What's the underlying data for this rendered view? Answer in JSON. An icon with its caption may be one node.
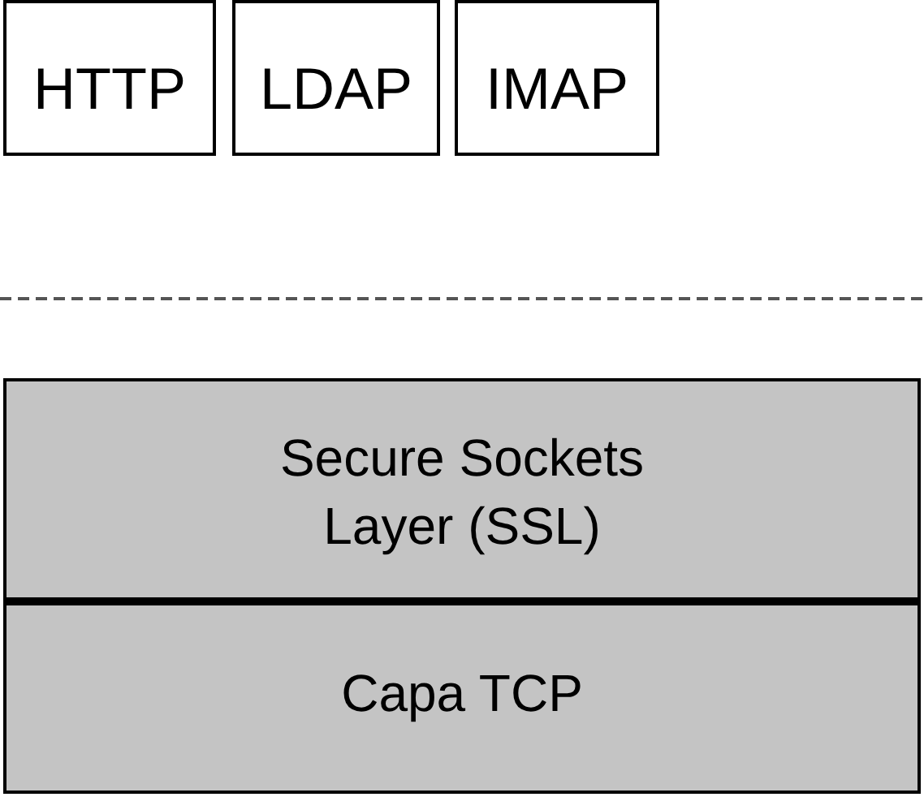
{
  "diagram": {
    "nodes": [
      {
        "text": [
          "HTTP"
        ]
      },
      {
        "text": [
          "LDAP"
        ]
      },
      {
        "text": [
          "IMAP"
        ]
      },
      {
        "text": [
          "Secure Sockets Layer (SSL)"
        ]
      },
      {
        "text": [
          "Capa TCP"
        ]
      }
    ]
  }
}
